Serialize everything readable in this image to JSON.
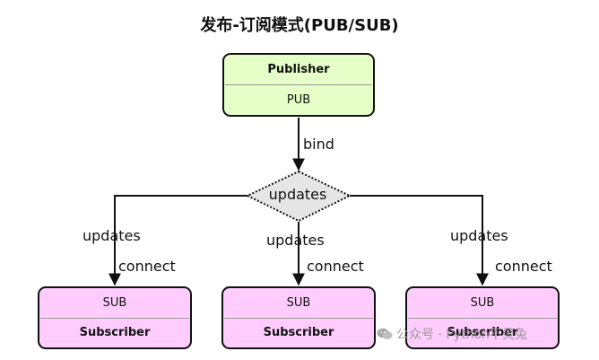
{
  "title": "发布-订阅模式(PUB/SUB)",
  "publisher": {
    "name": "Publisher",
    "role": "PUB"
  },
  "hub": {
    "label": "updates"
  },
  "bind_label": "bind",
  "subscribers": [
    {
      "role": "SUB",
      "name": "Subscriber",
      "updates_label": "updates",
      "connect_label": "connect"
    },
    {
      "role": "SUB",
      "name": "Subscriber",
      "updates_label": "updates",
      "connect_label": "connect"
    },
    {
      "role": "SUB",
      "name": "Subscriber",
      "updates_label": "updates",
      "connect_label": "connect"
    }
  ],
  "watermark": "公众号 · Python不灵兔",
  "colors": {
    "publisher_fill": "#e6ffc8",
    "subscriber_fill": "#ffcdfd",
    "hub_fill": "#e6e6e6",
    "stroke": "#111111"
  }
}
